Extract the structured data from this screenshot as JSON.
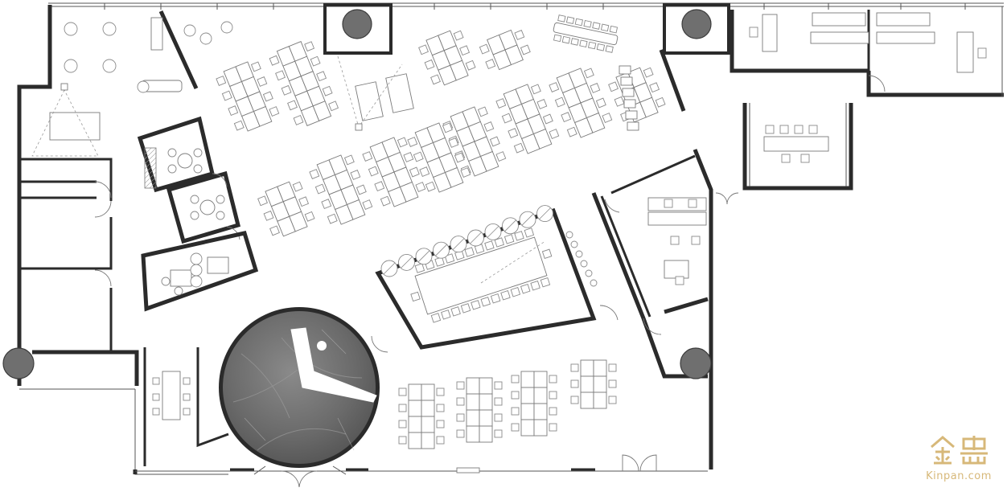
{
  "watermark": {
    "logo_text": "金盘",
    "site": "Kinpan.com",
    "color": "#d7b879"
  },
  "palette": {
    "wall": "#2b2b2b",
    "furniture": "#7a7a7a",
    "column": "#6f6f6f",
    "marble": "#6d6d6d",
    "background": "#ffffff"
  },
  "icons": [
    "column-icon",
    "door-swing-icon",
    "marble-clock-feature"
  ]
}
